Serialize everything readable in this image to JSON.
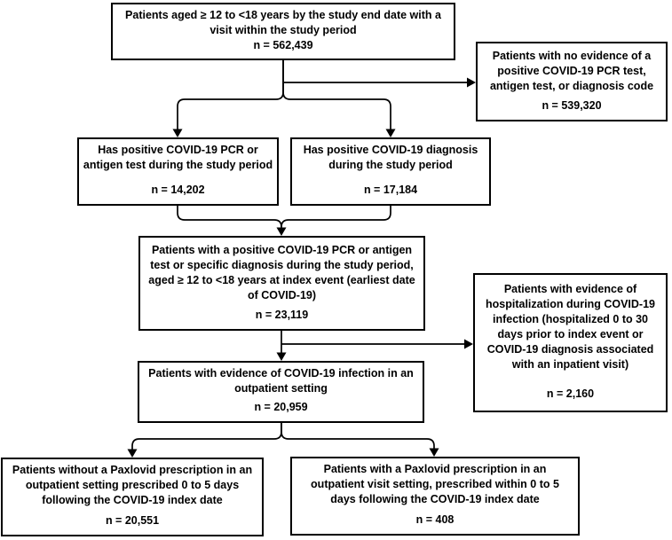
{
  "figure": {
    "colors": {
      "background": "#ffffff",
      "line": "#000000",
      "text": "#000000"
    }
  },
  "boxes": {
    "eligible": {
      "text": "Patients aged ≥ 12 to <18 years by the study end date with a visit within the study period",
      "n": "n = 562,439"
    },
    "no_evidence": {
      "text": "Patients with no evidence of a positive COVID-19 PCR test, antigen test, or diagnosis code",
      "n": "n = 539,320"
    },
    "pcr_antigen": {
      "text": "Has positive COVID-19 PCR or antigen test during the study period",
      "n": "n = 14,202"
    },
    "diagnosis": {
      "text": "Has positive COVID-19 diagnosis during the study period",
      "n": "n = 17,184"
    },
    "positive_combined": {
      "text": "Patients with a positive COVID-19 PCR or antigen test or specific diagnosis during the study period, aged ≥ 12 to <18 years at index event (earliest date of COVID-19)",
      "n": "n = 23,119"
    },
    "hospitalized": {
      "text": "Patients with evidence of hospitalization during COVID-19 infection (hospitalized 0 to 30 days prior to index event or COVID-19 diagnosis associated with an inpatient visit)",
      "n": "n = 2,160"
    },
    "outpatient": {
      "text": "Patients with evidence of COVID-19 infection in an outpatient setting",
      "n": "n = 20,959"
    },
    "no_paxlovid": {
      "text": "Patients without a Paxlovid prescription in an outpatient setting prescribed 0 to 5 days following the COVID-19 index date",
      "n": "n = 20,551"
    },
    "paxlovid": {
      "text": "Patients with a Paxlovid prescription in an outpatient visit setting, prescribed within 0 to 5 days following the COVID-19 index date",
      "n": "n = 408"
    }
  }
}
